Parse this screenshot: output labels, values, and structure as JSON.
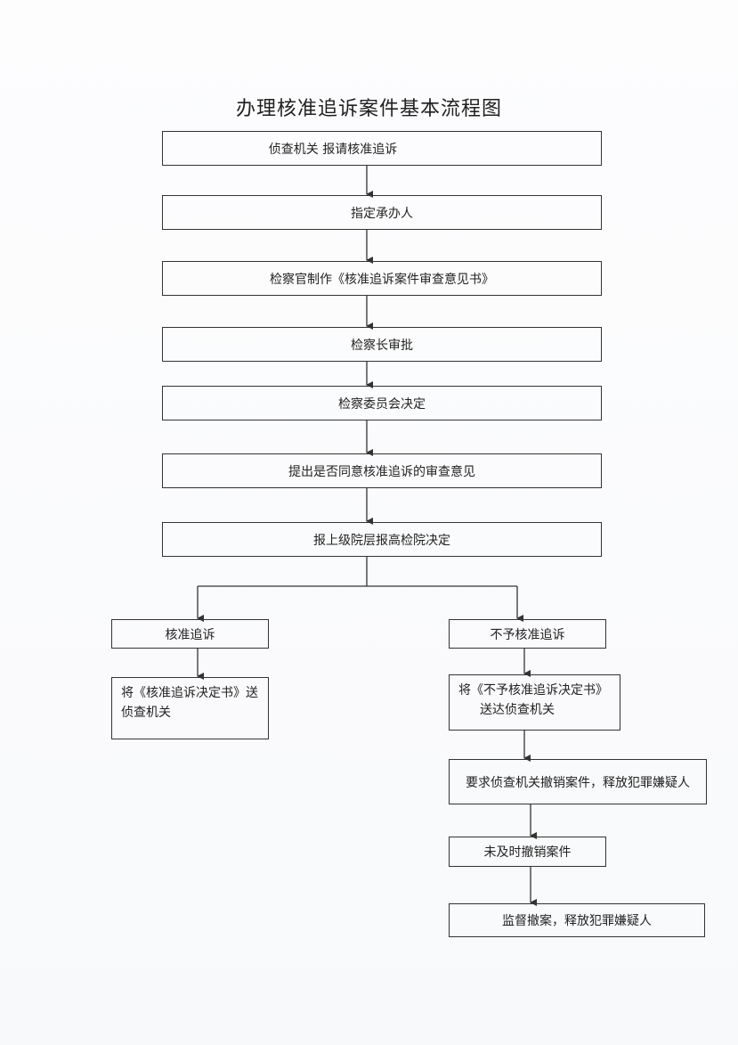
{
  "title": "办理核准追诉案件基本流程图",
  "steps": {
    "report": "侦查机关 报请核准追诉",
    "assign": "指定承办人",
    "opinion": "检察官制作《核准追诉案件审查意见书》",
    "chief_approval": "检察长审批",
    "committee": "检察委员会决定",
    "propose": "提出是否同意核准追诉的审查意见",
    "submit": "报上级院层报高检院决定"
  },
  "left_branch": {
    "approve": "核准追诉",
    "send_line1": "将《核准追诉决定书》送",
    "send_line2": "侦查机关"
  },
  "right_branch": {
    "reject": "不予核准追诉",
    "send_line1": "将《不予核准追诉决定书》",
    "send_line2": "送达侦查机关",
    "require": "要求侦查机关撤销案件，释放犯罪嫌疑人",
    "not_withdrawn": "未及时撤销案件",
    "supervise": "监督撤案，释放犯罪嫌疑人"
  }
}
